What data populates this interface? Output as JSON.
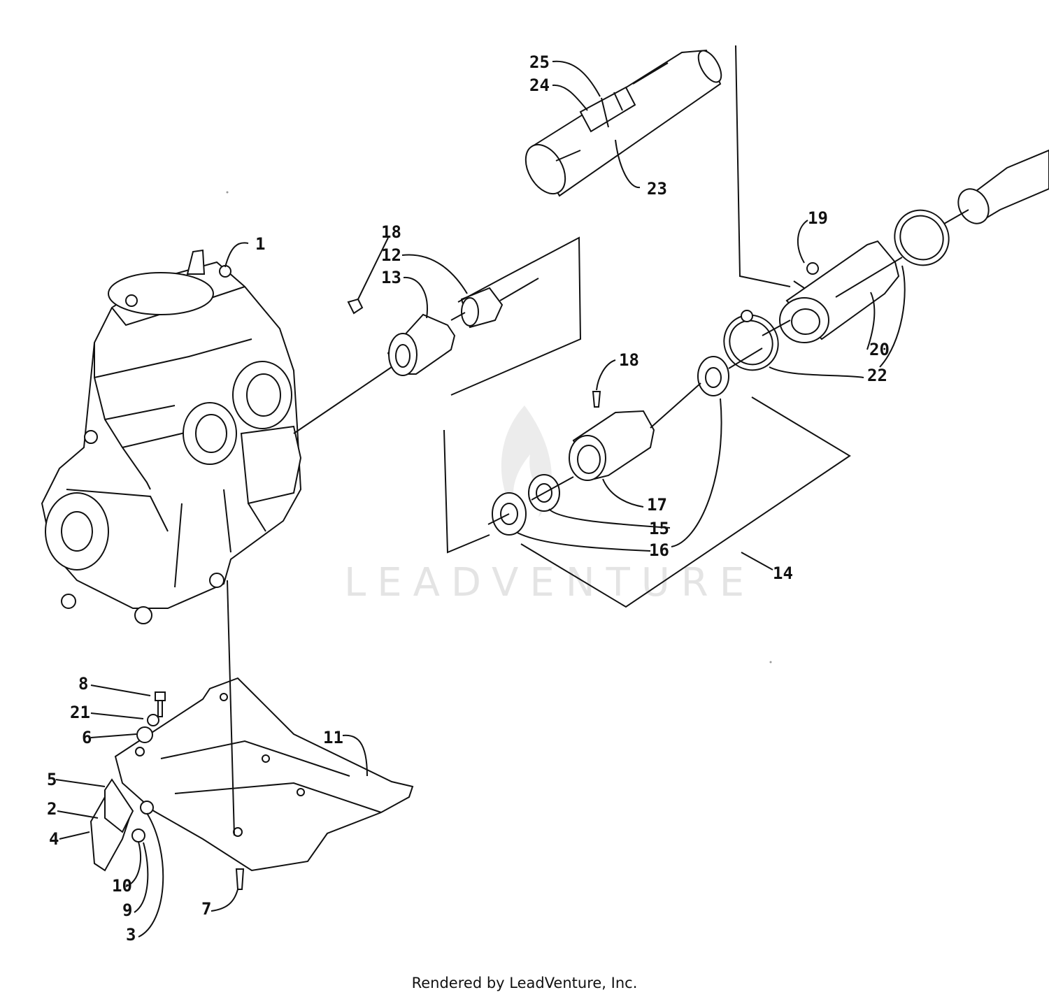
{
  "credit": "Rendered by LeadVenture, Inc.",
  "watermark": "LEADVENTURE",
  "callouts": [
    "1",
    "2",
    "3",
    "4",
    "5",
    "6",
    "7",
    "8",
    "9",
    "10",
    "11",
    "12",
    "13",
    "14",
    "15",
    "16",
    "17",
    "18",
    "18",
    "19",
    "20",
    "21",
    "22",
    "23",
    "24",
    "25"
  ]
}
